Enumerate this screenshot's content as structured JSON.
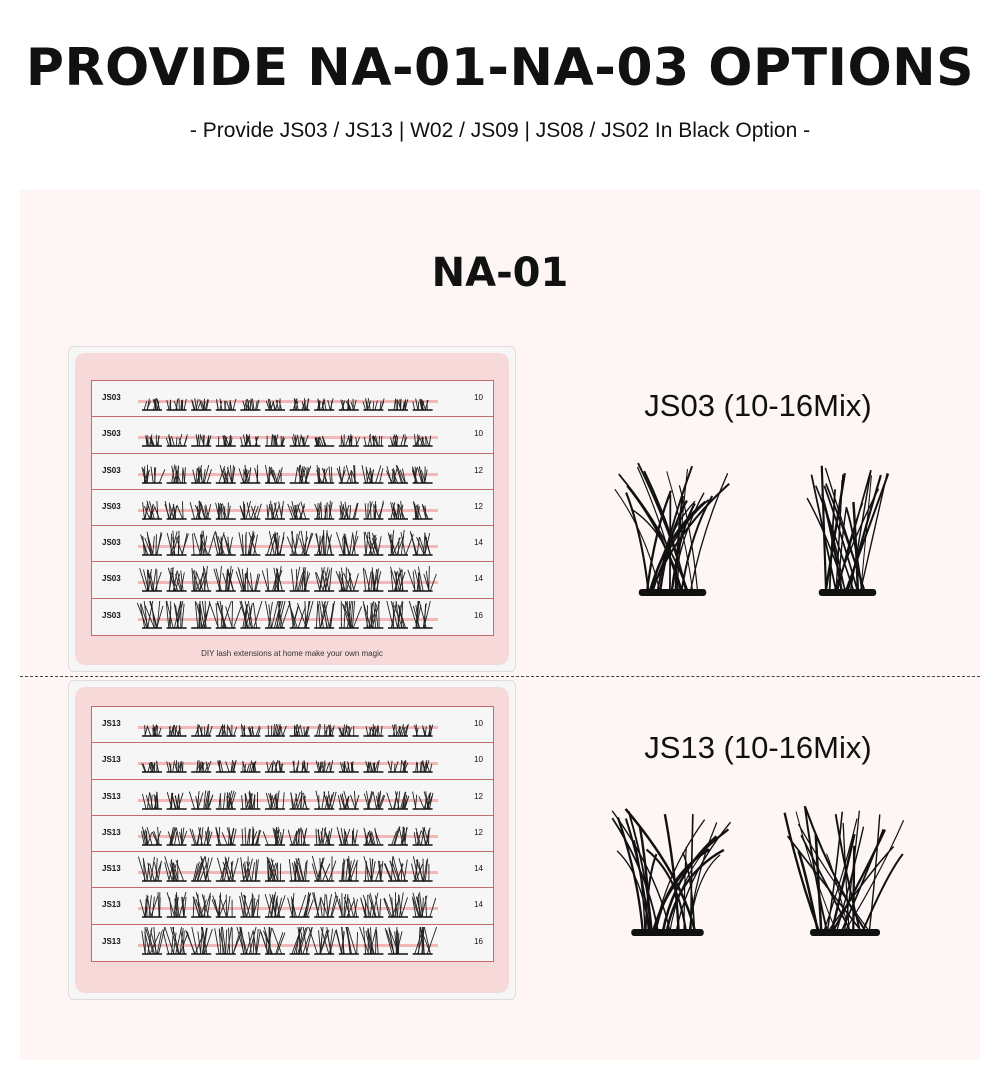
{
  "header": {
    "title": "PROVIDE NA-01-NA-03 OPTIONS",
    "subtitle": "- Provide JS03 / JS13 | W02 / JS09 | JS08 / JS02 In Black Option -"
  },
  "section": {
    "title": "NA-01",
    "trays": [
      {
        "rows": [
          {
            "code": "JS03",
            "length": "10"
          },
          {
            "code": "JS03",
            "length": "10"
          },
          {
            "code": "JS03",
            "length": "12"
          },
          {
            "code": "JS03",
            "length": "12"
          },
          {
            "code": "JS03",
            "length": "14"
          },
          {
            "code": "JS03",
            "length": "14"
          },
          {
            "code": "JS03",
            "length": "16"
          }
        ],
        "caption": "DIY lash extensions at home make your own magic"
      },
      {
        "rows": [
          {
            "code": "JS13",
            "length": "10"
          },
          {
            "code": "JS13",
            "length": "10"
          },
          {
            "code": "JS13",
            "length": "12"
          },
          {
            "code": "JS13",
            "length": "12"
          },
          {
            "code": "JS13",
            "length": "14"
          },
          {
            "code": "JS13",
            "length": "14"
          },
          {
            "code": "JS13",
            "length": "16"
          }
        ]
      }
    ],
    "styles": [
      {
        "label": "JS03 (10-16Mix)"
      },
      {
        "label": "JS13 (10-16Mix)"
      }
    ]
  },
  "colors": {
    "panel": "#fdf6f5",
    "tray_pink": "#f7d9d9",
    "row_border": "#c76a6a",
    "lash": "#111111"
  }
}
